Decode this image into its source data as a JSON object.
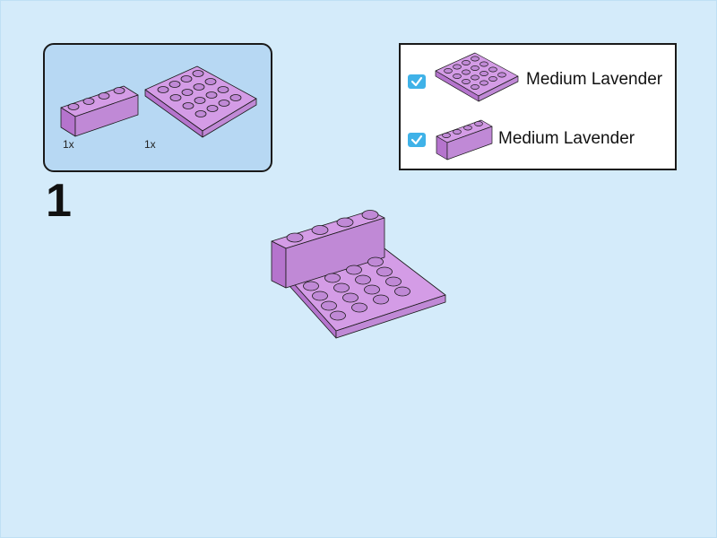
{
  "parts_callout": {
    "parts": [
      {
        "name": "brick-1x4",
        "count": "1x"
      },
      {
        "name": "plate-4x4",
        "count": "1x"
      }
    ]
  },
  "legend": {
    "items": [
      {
        "label": "Medium Lavender",
        "checked": true
      },
      {
        "label": "Medium Lavender",
        "checked": true
      }
    ]
  },
  "step": {
    "number": "1"
  },
  "colors": {
    "background": "#d4ebfa",
    "callout_background": "#b7d8f3",
    "lavender": "#c089d6",
    "lavender_dark": "#9b5fb7",
    "checkmark": "#3fb2e8"
  }
}
